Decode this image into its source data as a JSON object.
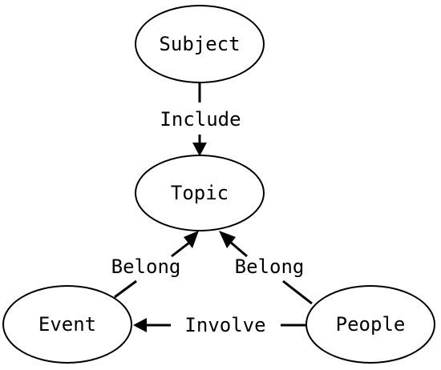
{
  "nodes": {
    "subject": {
      "label": "Subject"
    },
    "topic": {
      "label": "Topic"
    },
    "event": {
      "label": "Event"
    },
    "people": {
      "label": "People"
    }
  },
  "edges": {
    "include": {
      "label": "Include",
      "from": "Subject",
      "to": "Topic"
    },
    "belong_event": {
      "label": "Belong",
      "from": "Event",
      "to": "Topic"
    },
    "belong_people": {
      "label": "Belong",
      "from": "People",
      "to": "Topic"
    },
    "involve": {
      "label": "Involve",
      "from": "People",
      "to": "Event"
    }
  },
  "colors": {
    "stroke": "#000000",
    "background": "#ffffff"
  }
}
